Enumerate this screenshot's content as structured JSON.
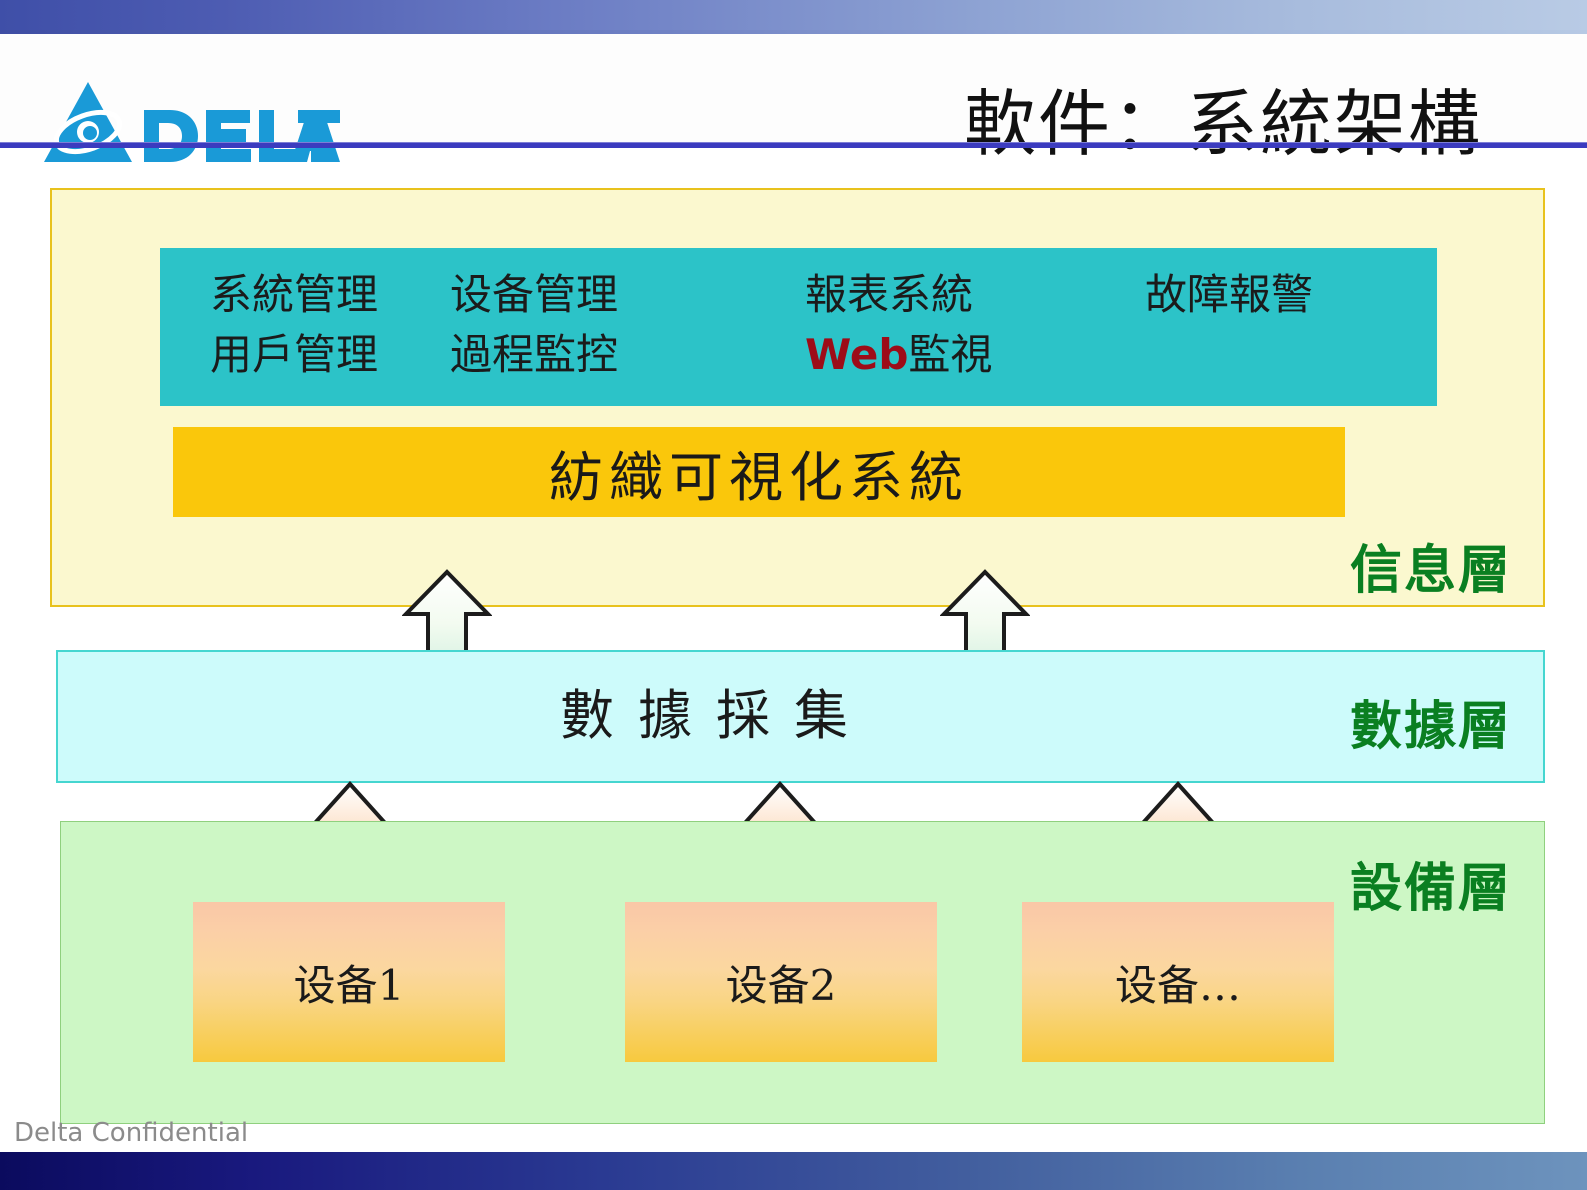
{
  "header": {
    "title": "軟件：系統架構",
    "logo_text": "DELTA",
    "logo_icon": "delta-triangle-logo"
  },
  "info_layer": {
    "tag": "信息層",
    "modules": {
      "row1": [
        "系統管理",
        "设备管理",
        "報表系統",
        "故障報警"
      ],
      "row2": [
        "用戶管理",
        "過程監控"
      ],
      "web_prefix": "Web",
      "web_suffix": "監視"
    },
    "system_name": "紡織可視化系統"
  },
  "data_layer": {
    "tag": "數據層",
    "label": "數據採集"
  },
  "device_layer": {
    "tag": "設備層",
    "devices": [
      "设备1",
      "设备2",
      "设备…"
    ]
  },
  "arrows": {
    "to_info": [
      "arrow-up-data-to-info-left",
      "arrow-up-data-to-info-right"
    ],
    "to_data": [
      "arrow-up-device-to-data-1",
      "arrow-up-device-to-data-2",
      "arrow-up-device-to-data-3"
    ]
  },
  "footer": {
    "confidential": "Delta Confidential"
  },
  "colors": {
    "info_fill": "#fbf8cf",
    "info_border": "#e8c21d",
    "modules_fill": "#2cc3c8",
    "system_fill": "#fac70b",
    "data_fill": "#cdfbfb",
    "data_border": "#45d6d0",
    "device_fill": "#cdf7c5",
    "tag_green": "#0a7f21",
    "web_red": "#9d0c18",
    "logo_blue": "#1a9ad7"
  }
}
